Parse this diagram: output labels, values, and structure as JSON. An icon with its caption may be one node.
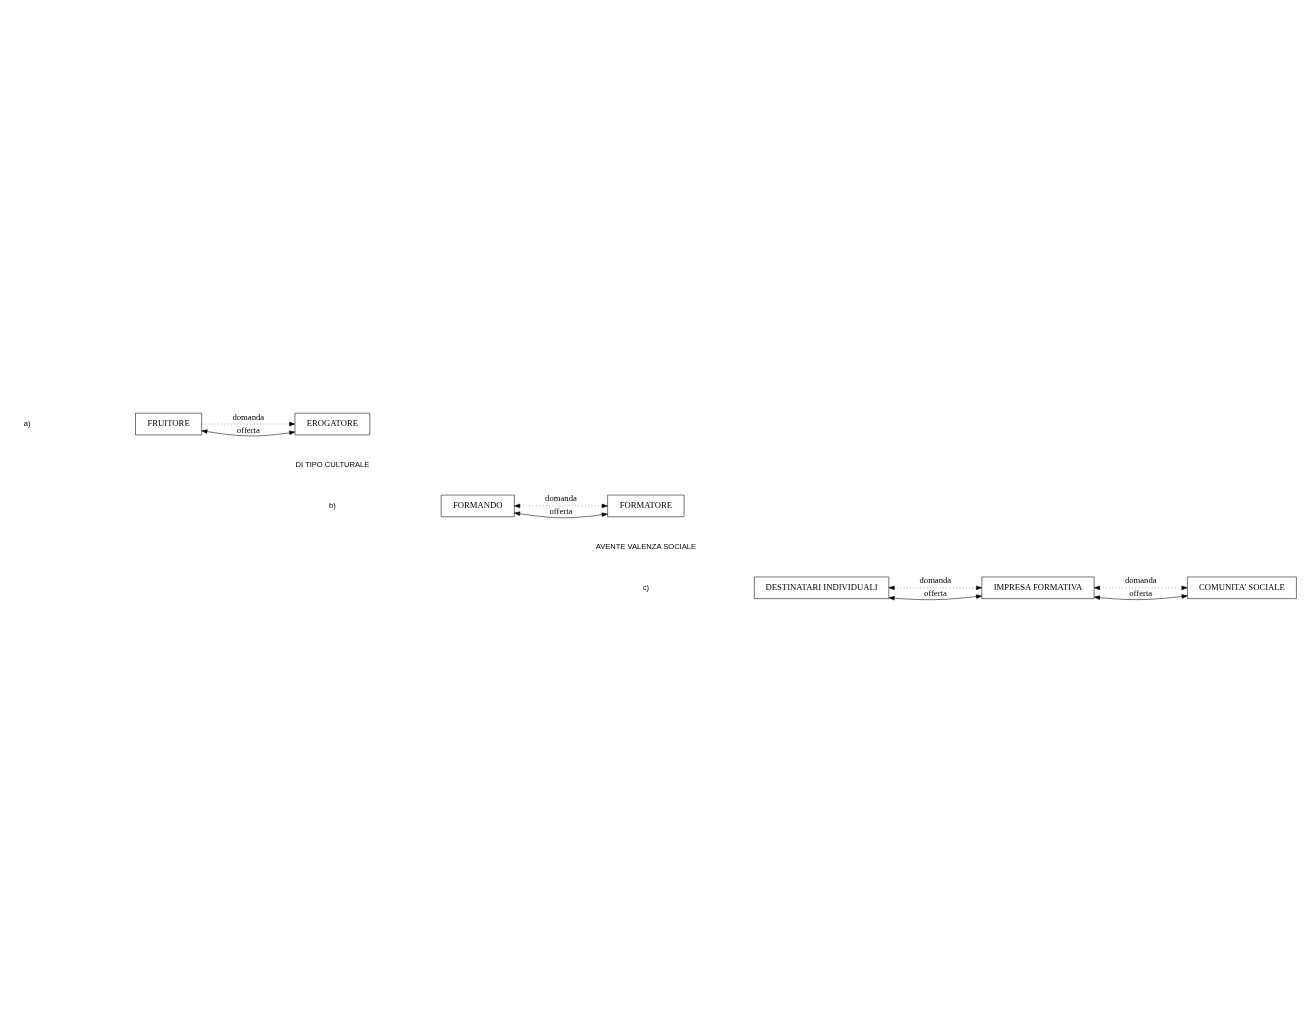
{
  "diagram": {
    "nodes": [
      {
        "text": [
          "FRUITORE"
        ]
      },
      {
        "text": [
          "EROGATORE"
        ]
      },
      {
        "text": [
          "FORMANDO"
        ]
      },
      {
        "text": [
          "FORMATORE"
        ]
      },
      {
        "text": [
          "DESTINATARI INDIVIDUALI"
        ]
      },
      {
        "text": [
          "IMPRESA FORMATIVA"
        ]
      },
      {
        "text": [
          "COMUNITA’ SOCIALE"
        ]
      }
    ],
    "edges": [
      {
        "from": 0,
        "to": 1,
        "arrow": "to",
        "style": "dashed",
        "label": "domanda"
      },
      {
        "from": 0,
        "to": 1,
        "arrow": "both",
        "label": "offerta"
      },
      {
        "from": 2,
        "to": 3,
        "arrow": "both",
        "style": "dashed",
        "label": "domanda"
      },
      {
        "from": 2,
        "to": 3,
        "arrow": "both",
        "label": "offerta"
      },
      {
        "from": 4,
        "to": 5,
        "arrow": "both",
        "style": "dashed",
        "label": "domanda"
      },
      {
        "from": 4,
        "to": 5,
        "arrow": "both",
        "label": "offerta"
      },
      {
        "from": 5,
        "to": 6,
        "arrow": "both",
        "style": "dashed",
        "label": "domanda"
      },
      {
        "from": 5,
        "to": 6,
        "arrow": "both",
        "label": "offerta"
      }
    ],
    "labels": [
      "a)",
      "DI TIPO CULTURALE",
      "b)",
      "AVENTE VALENZA SOCIALE",
      "c)"
    ]
  }
}
